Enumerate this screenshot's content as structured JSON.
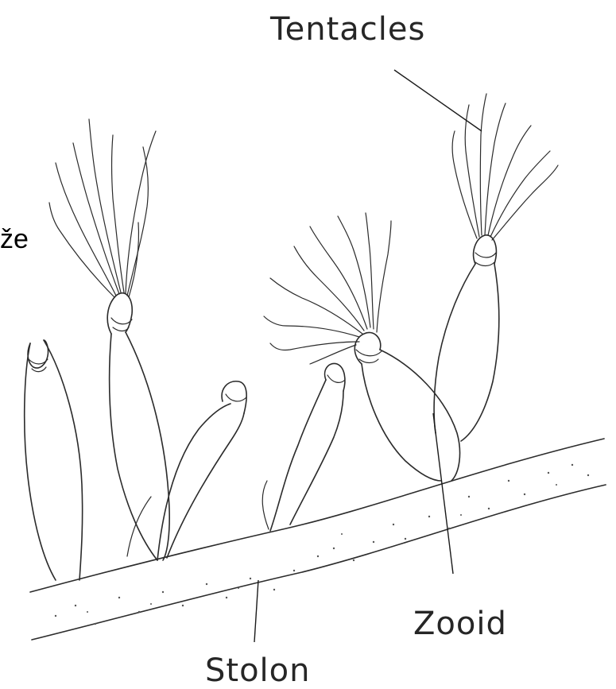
{
  "labels": {
    "tentacles": "Tentacles",
    "zooid": "Zooid",
    "stolon": "Stolon",
    "cutoff_text": "že"
  },
  "colors": {
    "ink": "#2b2b2b",
    "background": "#ffffff"
  }
}
